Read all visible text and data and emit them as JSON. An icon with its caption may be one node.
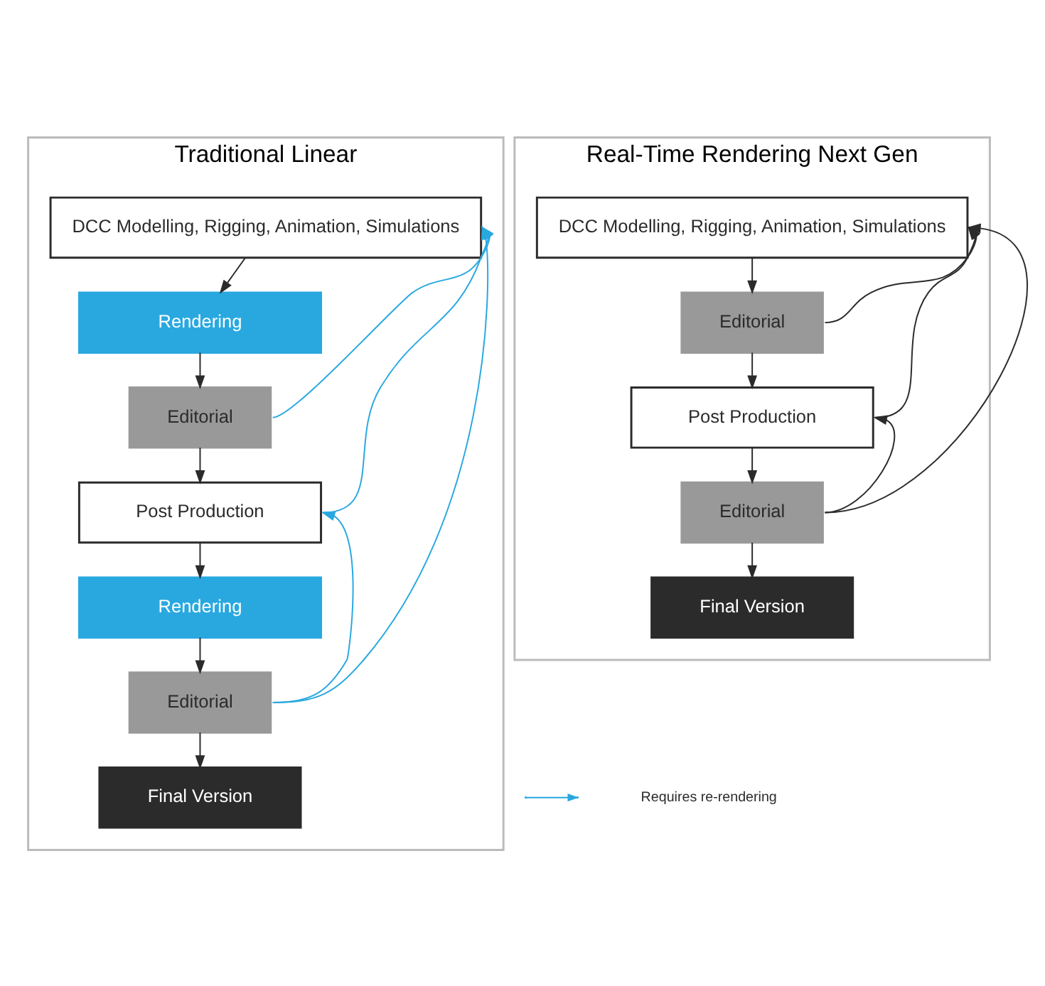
{
  "diagram": {
    "nodes": [
      {
        "text": [
          "Traditional Linear"
        ]
      },
      {
        "text": [
          "DCC Modelling, Rigging, Animation, Simulations"
        ],
        "in": 0
      },
      {
        "text": [
          "Rendering"
        ],
        "in": 0
      },
      {
        "text": [
          "Editorial"
        ],
        "in": 0
      },
      {
        "text": [
          "Post Production"
        ],
        "in": 0
      },
      {
        "text": [
          "Rendering"
        ],
        "in": 0
      },
      {
        "text": [
          "Editorial"
        ],
        "in": 0
      },
      {
        "text": [
          "Final Version"
        ],
        "in": 0
      },
      {
        "text": [
          "Real-Time Rendering Next Gen"
        ]
      },
      {
        "text": [
          "DCC Modelling, Rigging, Animation, Simulations"
        ],
        "in": 8
      },
      {
        "text": [
          "Editorial"
        ],
        "in": 8
      },
      {
        "text": [
          "Post Production"
        ],
        "in": 8
      },
      {
        "text": [
          "Editorial"
        ],
        "in": 8
      },
      {
        "text": [
          "Final Version"
        ],
        "in": 8
      }
    ],
    "edges": [
      {
        "from": 1,
        "to": 2,
        "arrow": "to"
      },
      {
        "from": 2,
        "to": 3,
        "arrow": "to"
      },
      {
        "from": 3,
        "to": 4,
        "arrow": "to"
      },
      {
        "from": 4,
        "to": 5,
        "arrow": "to"
      },
      {
        "from": 5,
        "to": 6,
        "arrow": "to"
      },
      {
        "from": 6,
        "to": 7,
        "arrow": "to"
      },
      {
        "from": 3,
        "to": 1,
        "arrow": "to",
        "color": "#29a8e0"
      },
      {
        "from": 4,
        "to": 1,
        "arrow": "to",
        "color": "#29a8e0"
      },
      {
        "from": 6,
        "to": 4,
        "arrow": "to",
        "color": "#29a8e0"
      },
      {
        "from": 6,
        "to": 1,
        "arrow": "to",
        "color": "#29a8e0"
      },
      {
        "from": 9,
        "to": 10,
        "arrow": "to"
      },
      {
        "from": 10,
        "to": 11,
        "arrow": "to"
      },
      {
        "from": 11,
        "to": 12,
        "arrow": "to"
      },
      {
        "from": 12,
        "to": 13,
        "arrow": "to"
      },
      {
        "from": 10,
        "to": 9,
        "arrow": "to"
      },
      {
        "from": 11,
        "to": 9,
        "arrow": "to"
      },
      {
        "from": 12,
        "to": 11,
        "arrow": "to"
      },
      {
        "from": 12,
        "to": 9,
        "arrow": "to"
      }
    ],
    "legend": [
      {
        "text": "Requires re-rendering"
      }
    ]
  }
}
